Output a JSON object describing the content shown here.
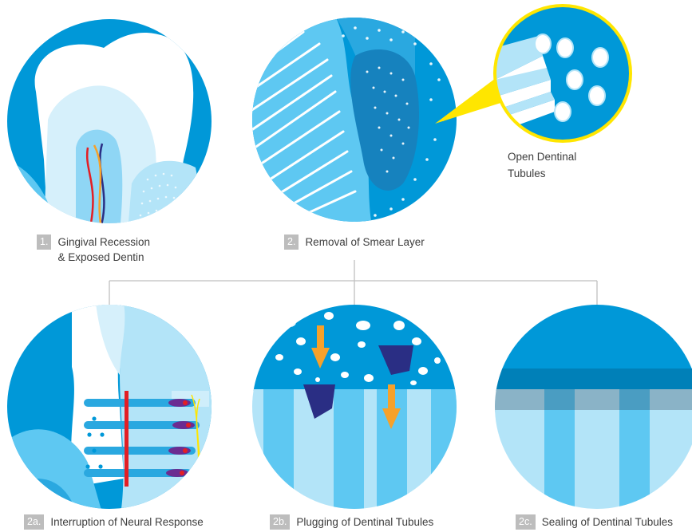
{
  "steps": [
    {
      "badge": "1.",
      "line1": "Gingival Recession",
      "line2": "& Exposed Dentin"
    },
    {
      "badge": "2.",
      "line1": "Removal of Smear Layer",
      "line2": ""
    },
    {
      "badge": "2a.",
      "line1": "Interruption of Neural Response",
      "line2": ""
    },
    {
      "badge": "2b.",
      "line1": "Plugging of Dentinal Tubules",
      "line2": ""
    },
    {
      "badge": "2c.",
      "line1": "Sealing of Dentinal Tubules",
      "line2": ""
    }
  ],
  "zoom_label": {
    "line1": "Open Dentinal",
    "line2": "Tubules"
  },
  "colors": {
    "deep_blue": "#0098d8",
    "mid_blue": "#5ec8f2",
    "light_blue": "#b3e4f8",
    "pale_blue": "#d6f0fb",
    "navy": "#2a2e84",
    "orange": "#f6a12a",
    "red": "#e31e24",
    "yellow": "#ffe600",
    "connector": "#bfbfbf",
    "badge_gray": "#bdbdbd"
  }
}
